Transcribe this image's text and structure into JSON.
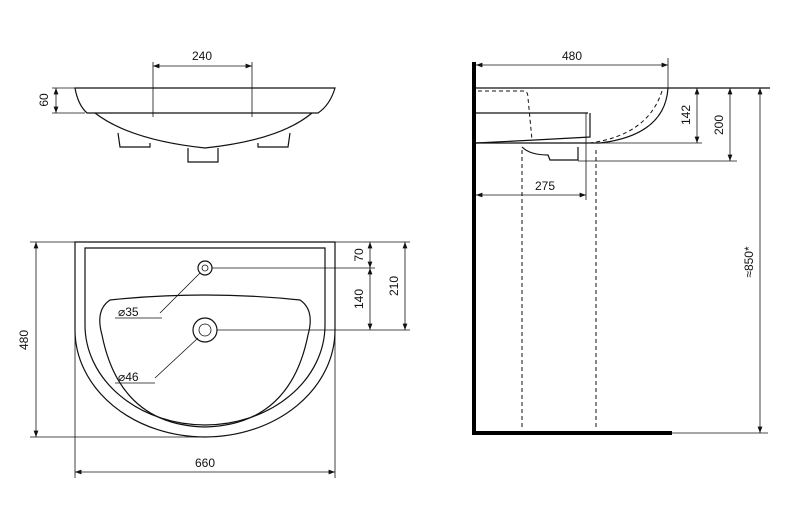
{
  "front_view": {
    "tap_spacing": "240",
    "rim_height": "60"
  },
  "plan_view": {
    "depth": "480",
    "width": "660",
    "tap_to_edge": "70",
    "tap_to_drain": "140",
    "drain_to_edge": "210",
    "tap_hole": "⌀35",
    "drain_hole": "⌀46"
  },
  "side_view": {
    "depth": "480",
    "bowl_height": "142",
    "overall_height": "200",
    "drain_from_wall": "275",
    "mounting_height": "≈850*"
  }
}
